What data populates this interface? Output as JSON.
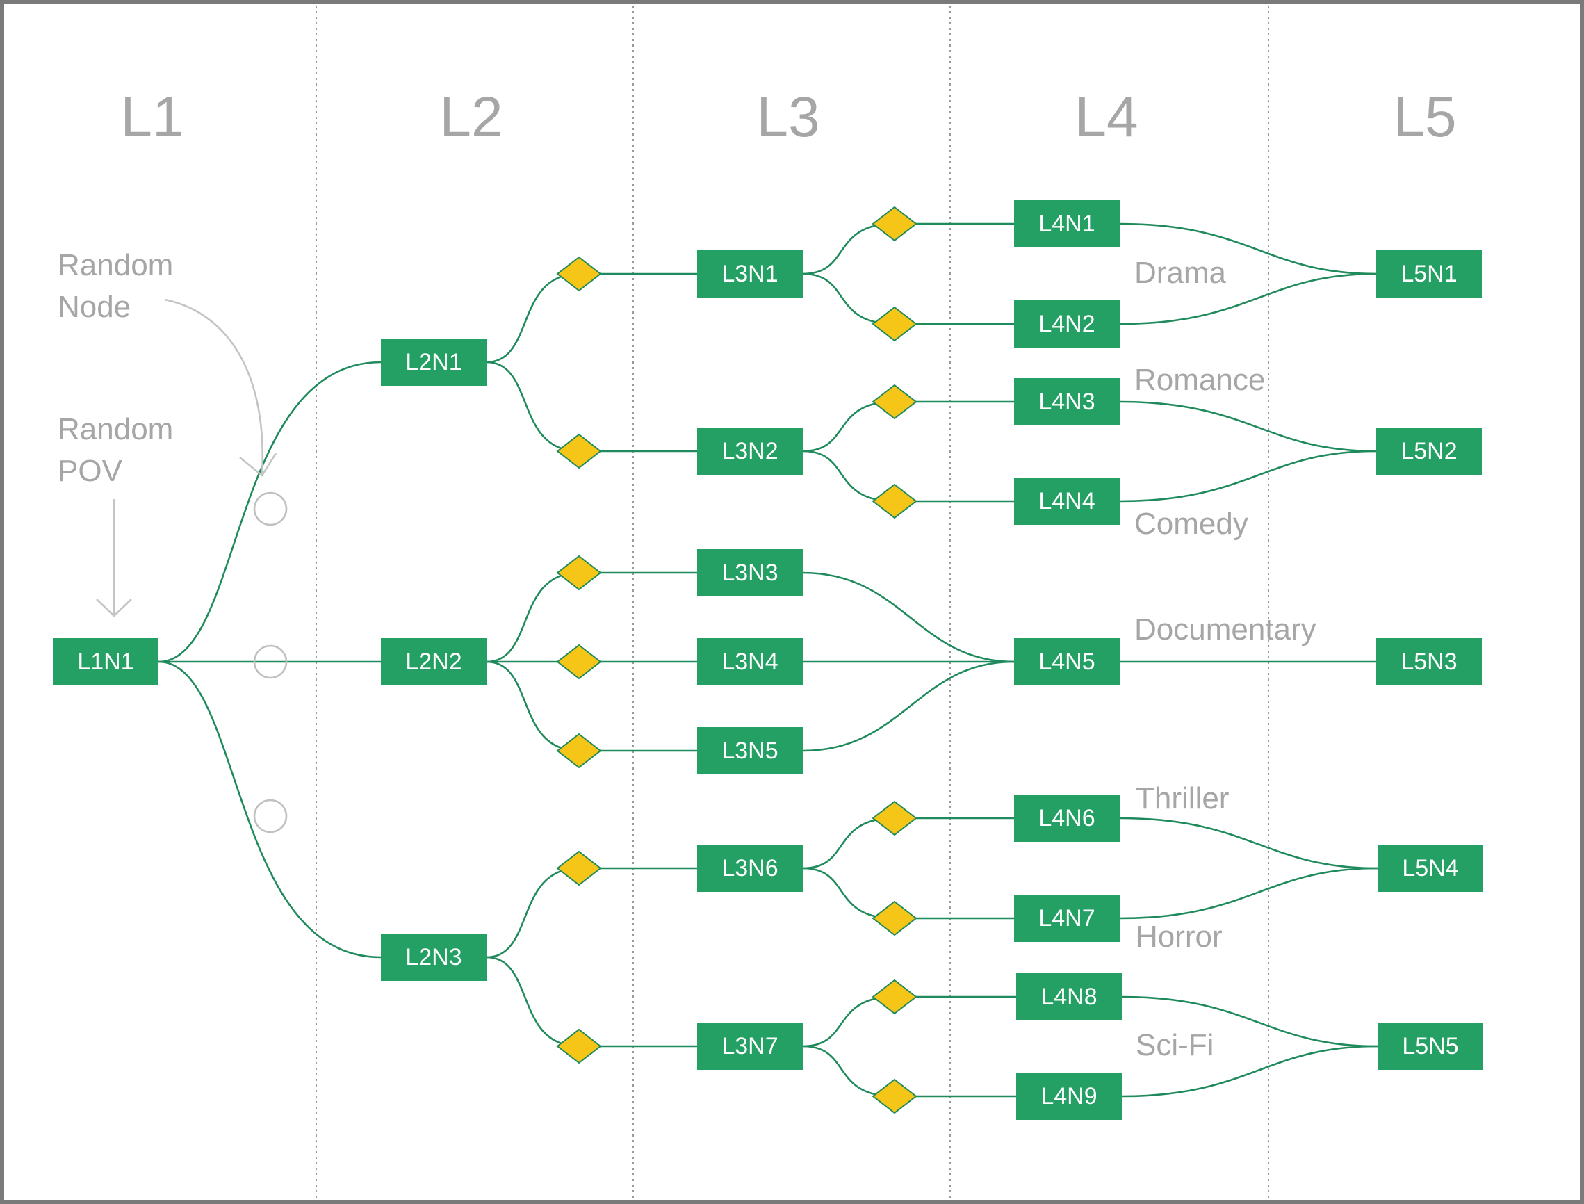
{
  "levels": [
    "L1",
    "L2",
    "L3",
    "L4",
    "L5"
  ],
  "nodes": {
    "L1N1": "L1N1",
    "L2N1": "L2N1",
    "L2N2": "L2N2",
    "L2N3": "L2N3",
    "L3N1": "L3N1",
    "L3N2": "L3N2",
    "L3N3": "L3N3",
    "L3N4": "L3N4",
    "L3N5": "L3N5",
    "L3N6": "L3N6",
    "L3N7": "L3N7",
    "L4N1": "L4N1",
    "L4N2": "L4N2",
    "L4N3": "L4N3",
    "L4N4": "L4N4",
    "L4N5": "L4N5",
    "L4N6": "L4N6",
    "L4N7": "L4N7",
    "L4N8": "L4N8",
    "L4N9": "L4N9",
    "L5N1": "L5N1",
    "L5N2": "L5N2",
    "L5N3": "L5N3",
    "L5N4": "L5N4",
    "L5N5": "L5N5"
  },
  "annotations": {
    "random_node": [
      "Random",
      "Node"
    ],
    "random_pov": [
      "Random",
      "POV"
    ]
  },
  "genres": {
    "drama": "Drama",
    "romance": "Romance",
    "comedy": "Comedy",
    "documentary": "Documentary",
    "thriller": "Thriller",
    "horror": "Horror",
    "scifi": "Sci-Fi"
  },
  "colors": {
    "node": "#25a065",
    "link": "#1f8a5c",
    "decision": "#f5c518",
    "label": "#a6a6a6"
  }
}
